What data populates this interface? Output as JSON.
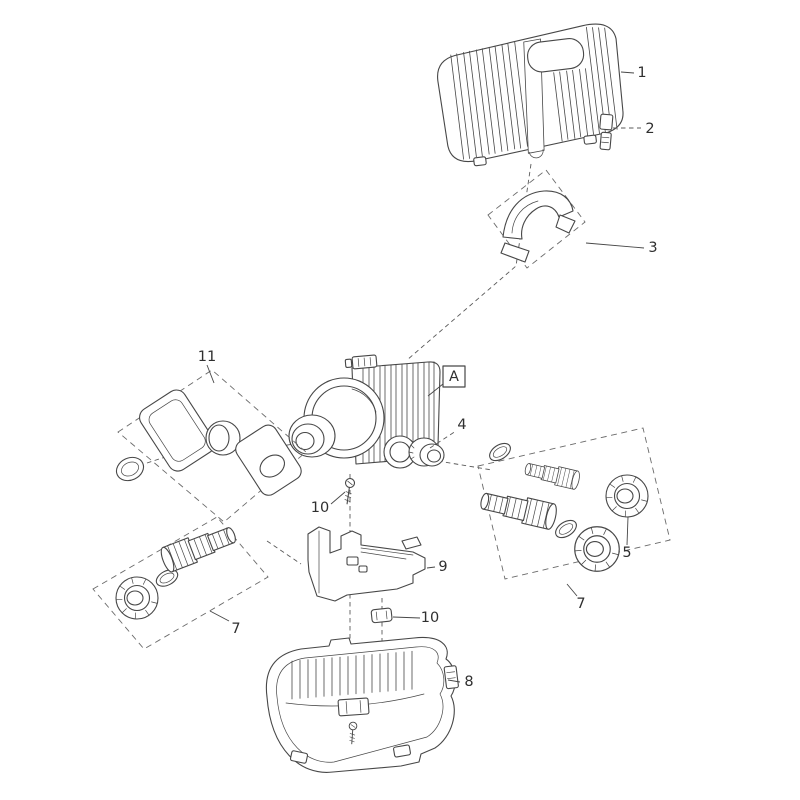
{
  "page": {
    "background_color": "#ffffff",
    "line_color": "#474747",
    "text_color": "#2f2f2f"
  },
  "diagram": {
    "callouts": {
      "part1": "1",
      "part2": "2",
      "part3": "3",
      "part4": "4",
      "part5": "5",
      "part7_right": "7",
      "part7_left": "7",
      "part8": "8",
      "part9": "9",
      "part10_screw": "10",
      "part10_clip": "10",
      "part11": "11",
      "section_a": "A"
    }
  }
}
